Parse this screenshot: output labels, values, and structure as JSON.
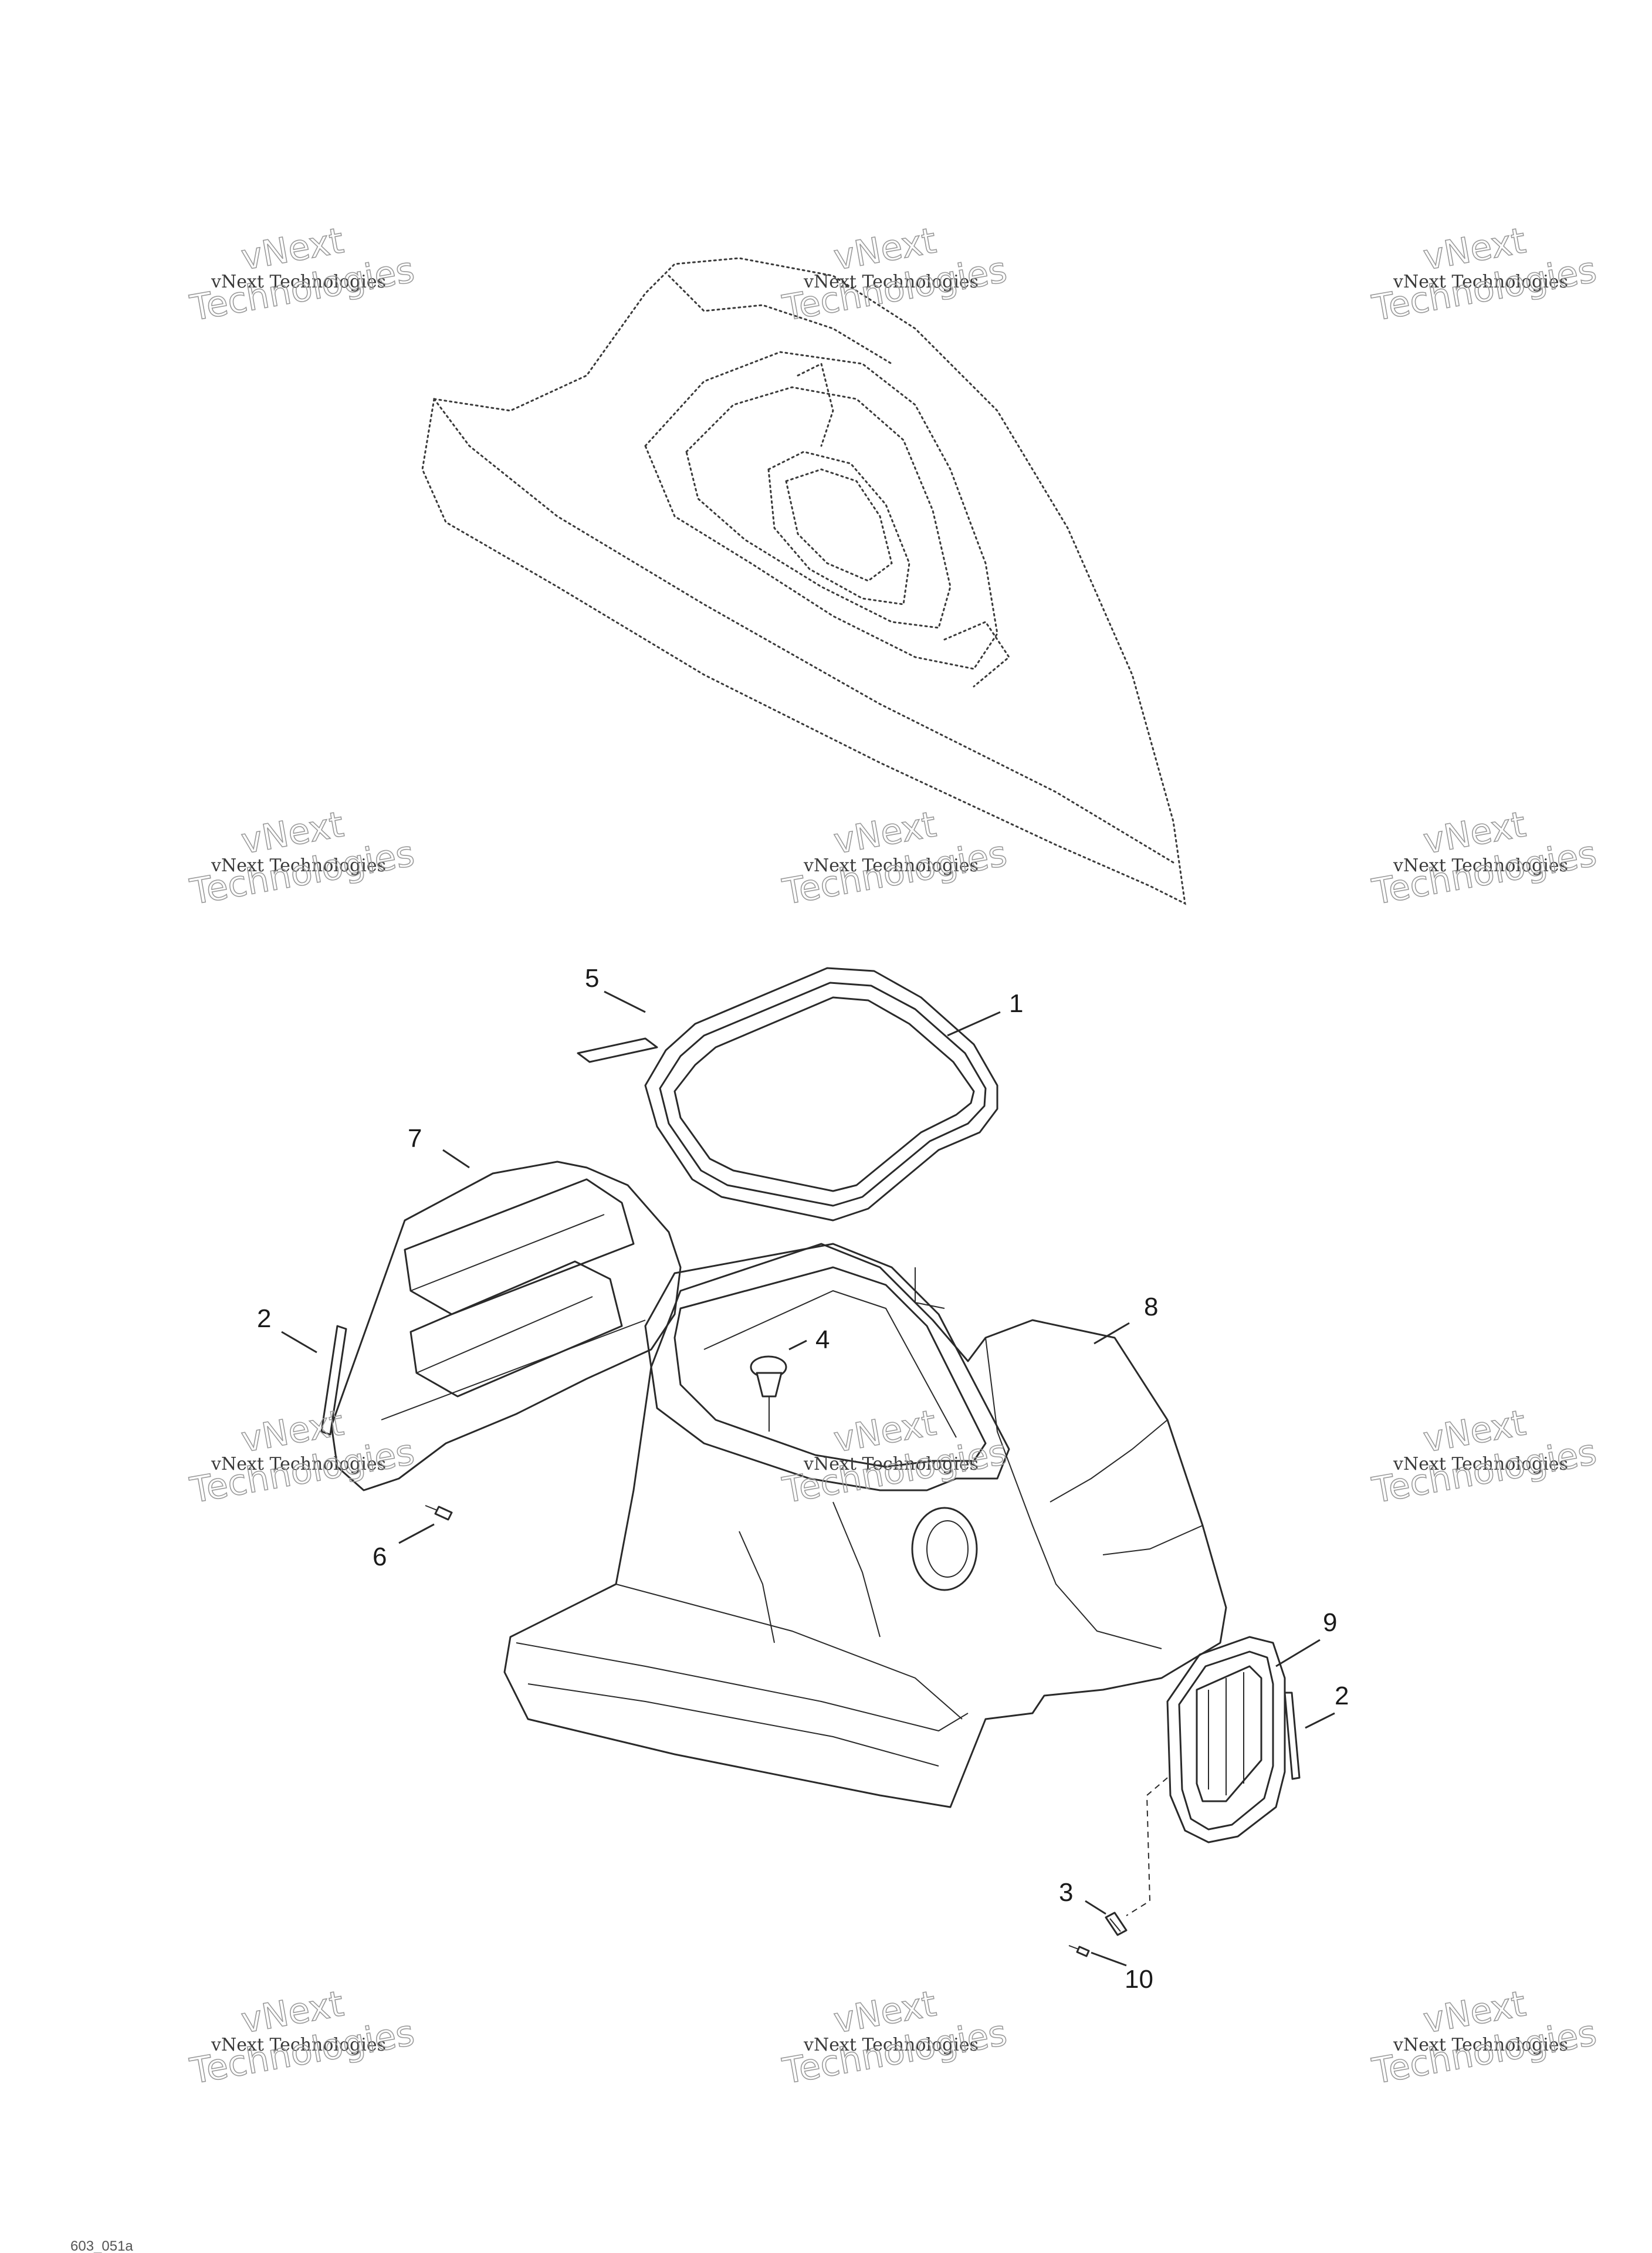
{
  "callouts": {
    "c1": "1",
    "c2a": "2",
    "c2b": "2",
    "c3": "3",
    "c4": "4",
    "c5": "5",
    "c6": "6",
    "c7": "7",
    "c8": "8",
    "c9": "9",
    "c10": "10"
  },
  "watermark": {
    "line1": "vNext Technologies",
    "line2a": "vNext",
    "line2b": "Technologies"
  },
  "figure_code": "603_051a"
}
